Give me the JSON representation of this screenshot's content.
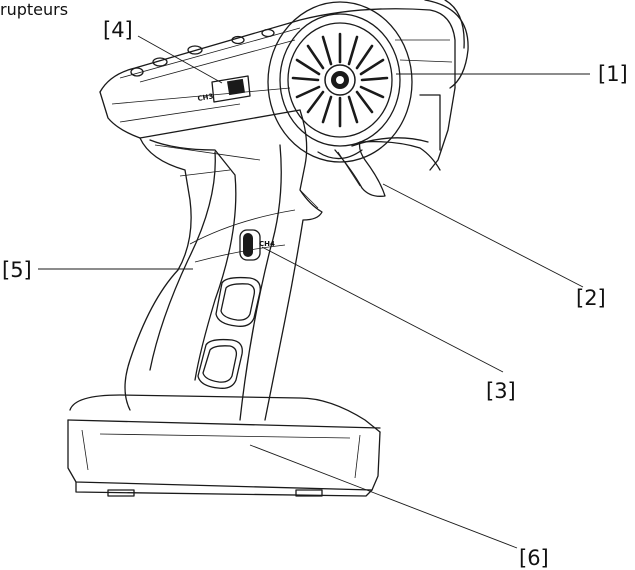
{
  "diagram": {
    "corner_text": "rupteurs",
    "callouts": [
      {
        "id": "1",
        "label": "[1]"
      },
      {
        "id": "2",
        "label": "[2]"
      },
      {
        "id": "3",
        "label": "[3]"
      },
      {
        "id": "4",
        "label": "[4]"
      },
      {
        "id": "5",
        "label": "[5]"
      },
      {
        "id": "6",
        "label": "[6]"
      }
    ],
    "switch_label": "CH3",
    "wheel_button_label": "CH4"
  }
}
